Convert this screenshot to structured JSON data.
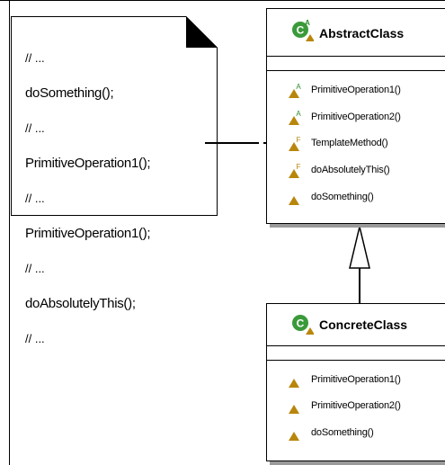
{
  "note": {
    "lines": [
      "// ...",
      "doSomething();",
      "// ...",
      "PrimitiveOperation1();",
      "// ...",
      "PrimitiveOperation1();",
      "// ...",
      "doAbsolutelyThis();",
      "// ..."
    ]
  },
  "abstract_class": {
    "name": "AbstractClass",
    "operations": [
      {
        "label": "PrimitiveOperation1()",
        "modifier": "A"
      },
      {
        "label": "PrimitiveOperation2()",
        "modifier": "A"
      },
      {
        "label": "TemplateMethod()",
        "modifier": "F"
      },
      {
        "label": "doAbsolutelyThis()",
        "modifier": "F"
      },
      {
        "label": "doSomething()",
        "modifier": ""
      }
    ]
  },
  "concrete_class": {
    "name": "ConcreteClass",
    "operations": [
      {
        "label": "PrimitiveOperation1()",
        "modifier": ""
      },
      {
        "label": "PrimitiveOperation2()",
        "modifier": ""
      },
      {
        "label": "doSomething()",
        "modifier": ""
      }
    ]
  },
  "colors": {
    "class_icon": "#3a9a3a",
    "method_icon": "#b8860b",
    "modifier_text": "#2e8b2e",
    "shadow": "#9a9a9a"
  }
}
